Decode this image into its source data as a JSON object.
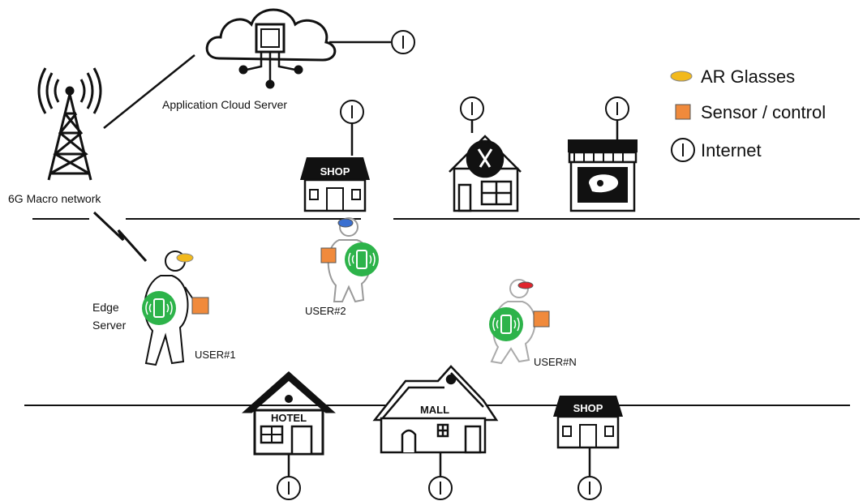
{
  "labels": {
    "cloud_server": "Application Cloud Server",
    "macro_network": "6G Macro network",
    "edge_server_line1": "Edge",
    "edge_server_line2": "Server",
    "user1": "USER#1",
    "user2": "USER#2",
    "userN": "USER#N",
    "shop_sign": "SHOP",
    "hotel_sign": "HOTEL",
    "mall_sign": "MALL",
    "internet_symbol": "I"
  },
  "legend": {
    "ar_glasses": "AR Glasses",
    "sensor": "Sensor / control",
    "internet": "Internet"
  },
  "colors": {
    "ar_glasses_yellow": "#f2b91c",
    "ar_glasses_blue": "#3a6fd0",
    "ar_glasses_red": "#e0242c",
    "sensor_orange": "#f08a3c",
    "phone_green": "#2db34a",
    "line": "#111111"
  },
  "icons": [
    "antenna-tower-icon",
    "cloud-chip-icon",
    "internet-icon",
    "shop-icon",
    "restaurant-icon",
    "butcher-icon",
    "hotel-icon",
    "mall-icon",
    "user-figure-icon",
    "smartphone-icon",
    "lightning-icon"
  ]
}
